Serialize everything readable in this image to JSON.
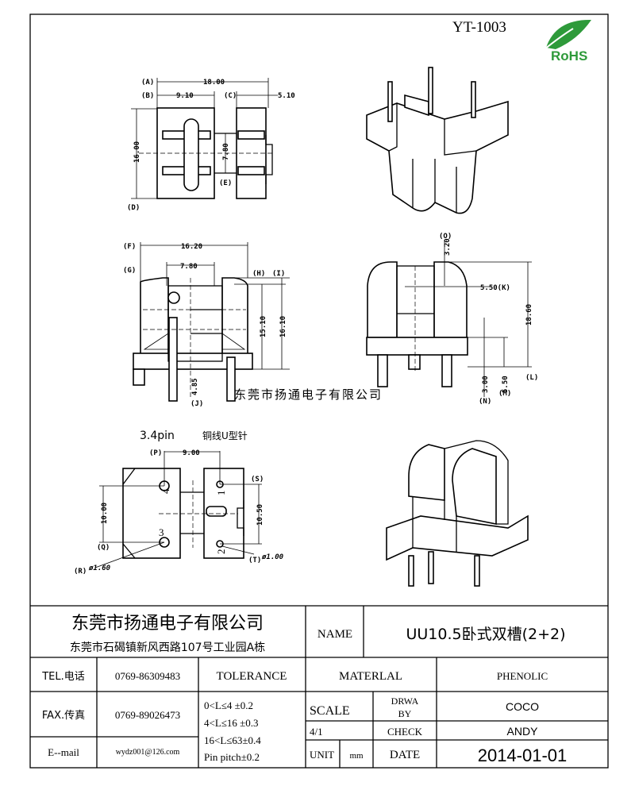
{
  "header": {
    "part_code": "YT-1003",
    "rohs_logo": "RoHS"
  },
  "watermark": "东莞市扬通电子有限公司",
  "top_view": {
    "A": "(A)",
    "B": "(B)",
    "C": "(C)",
    "D": "(D)",
    "E": "(E)",
    "dim_a": "18.00",
    "dim_b": "9.10",
    "dim_c": "5.10",
    "dim_d": "16.00",
    "dim_e": "7.80"
  },
  "front_view": {
    "F": "(F)",
    "G": "(G)",
    "H": "(H)",
    "I": "(I)",
    "J": "(J)",
    "dim_f": "16.20",
    "dim_g": "7.80",
    "dim_h": "15.10",
    "dim_i": "16.10",
    "dim_j": "4.85"
  },
  "side_view": {
    "O": "(O)",
    "K": "5.50(K)",
    "L": "(L)",
    "N": "(N)",
    "M": "(M)",
    "dim_o": "3.20",
    "dim_l": "18.60",
    "dim_n": "3.00",
    "dim_m": "5.50"
  },
  "bottom_view": {
    "title": "3.4pin",
    "subtitle": "铜线U型针",
    "P": "(P)",
    "Q": "(Q)",
    "R": "(R)",
    "S": "(S)",
    "T": "(T)",
    "dim_p": "9.00",
    "dim_q": "10.00",
    "dim_s": "10.50",
    "dim_r": "ø1.60",
    "dim_t": "ø1.00",
    "pins": [
      "4",
      "3",
      "1",
      "2"
    ]
  },
  "title_block": {
    "company": "东莞市扬通电子有限公司",
    "address": "东莞市石碣镇新风西路107号工业园A栋",
    "name_label": "NAME",
    "name_value": "UU10.5卧式双槽(2+2)",
    "tel_label": "TEL.电话",
    "tel_value": "0769-86309483",
    "fax_label": "FAX.传真",
    "fax_value": "0769-89026473",
    "email_label": "E--mail",
    "email_value": "wydz001@126.com",
    "tolerance_label": "TOLERANCE",
    "tolerances": [
      "0<L≤4   ±0.2",
      "4<L≤16  ±0.3",
      "16<L≤63±0.4",
      "Pin pitch±0.2"
    ],
    "material_label": "MATERLAL",
    "material_value": "PHENOLIC",
    "scale_label": "SCALE",
    "scale_value": "4/1",
    "drawn_by_label_1": "DRWA",
    "drawn_by_label_2": "BY",
    "drawn_by_value": "COCO",
    "check_label": "CHECK",
    "check_value": "ANDY",
    "unit_label": "UNIT",
    "unit_value": "mm",
    "date_label": "DATE",
    "date_value": "2014-01-01"
  }
}
